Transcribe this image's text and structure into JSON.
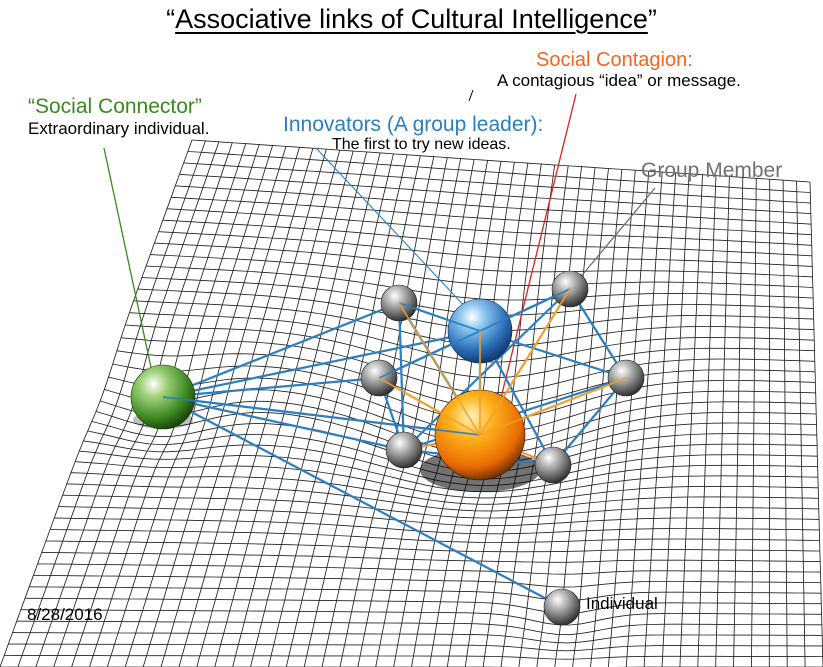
{
  "title": {
    "open_quote": "“",
    "text": "Associative links of Cultural Intelligence",
    "close_quote": "”"
  },
  "labels": {
    "social_contagion": {
      "title": "Social Contagion:",
      "description": "A contagious “idea” or message.",
      "color": "#f26522"
    },
    "social_connector": {
      "title": "“Social Connector”",
      "description": "Extraordinary individual.",
      "color": "#3a8a1e"
    },
    "innovators": {
      "title": "Innovators (A group leader):",
      "description": "The first to try new ideas.",
      "color": "#2a7fc0"
    },
    "group_member": {
      "title": "Group Member",
      "color": "#707070"
    },
    "individual": {
      "title": "Individual"
    }
  },
  "date": "8/28/2016",
  "colors": {
    "grid": "#222222",
    "blue_link": "#2a7fc0",
    "orange_link": "#f0a030",
    "connector_line": "#3a8a1e",
    "contagion_line": "#e02020",
    "member_line": "#707070",
    "innovator_line": "#2a7fc0"
  }
}
